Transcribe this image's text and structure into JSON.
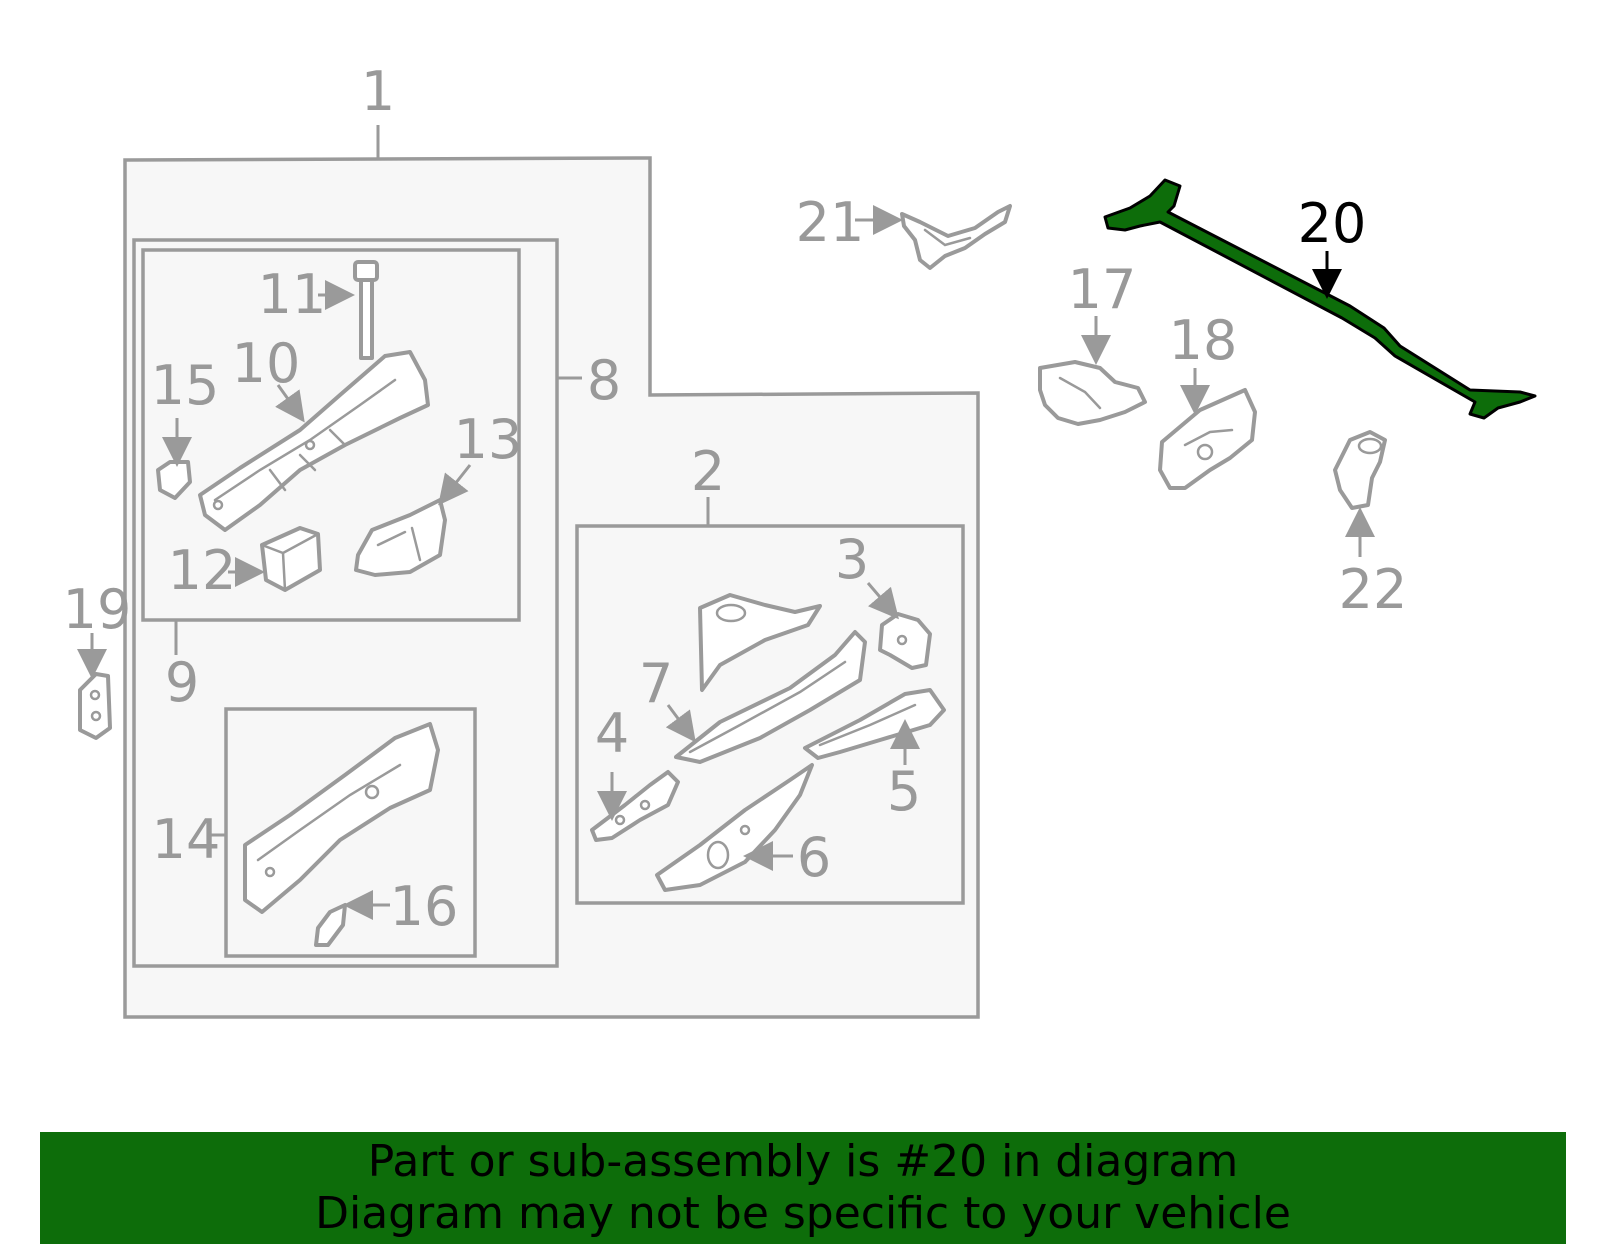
{
  "diagram": {
    "callouts": {
      "c1": "1",
      "c2": "2",
      "c3": "3",
      "c4": "4",
      "c5": "5",
      "c6": "6",
      "c7": "7",
      "c8": "8",
      "c9": "9",
      "c10": "10",
      "c11": "11",
      "c12": "12",
      "c13": "13",
      "c14": "14",
      "c15": "15",
      "c16": "16",
      "c17": "17",
      "c18": "18",
      "c19": "19",
      "c20": "20",
      "c21": "21",
      "c22": "22"
    },
    "highlighted_part": "20",
    "colors": {
      "highlight": "#0d6d0a",
      "line": "#9a9a9a",
      "box_fill": "#f7f7f7",
      "active_text": "#000000"
    }
  },
  "banner": {
    "line1": "Part or sub-assembly is #20 in diagram",
    "line2": "Diagram may not be specific to your vehicle"
  }
}
